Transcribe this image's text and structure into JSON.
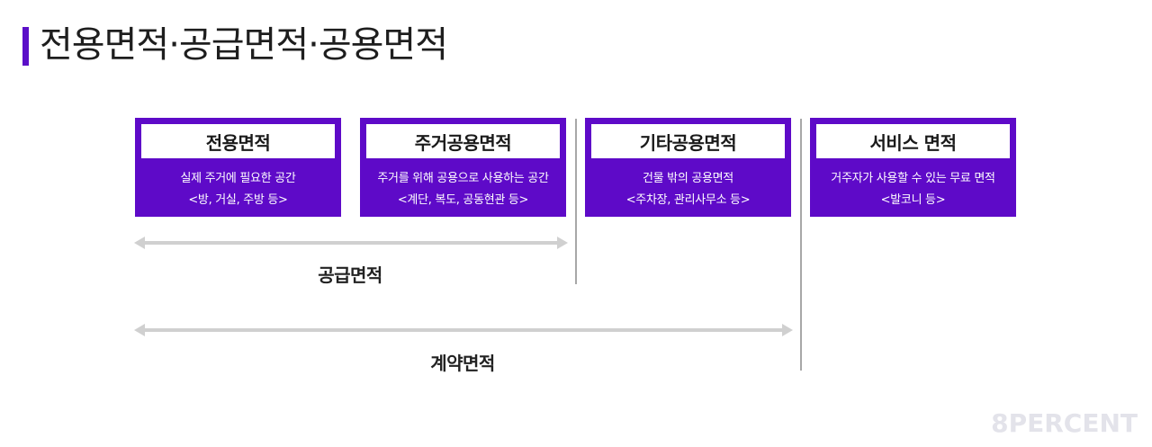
{
  "title": "전용면적·공급면적·공용면적",
  "colors": {
    "accent": "#5b0fc8",
    "box_fill": "#5e0ac8",
    "arrow": "#d0d0d0",
    "divider": "#a8a8a8",
    "brand": "#e3e3ea"
  },
  "boxes": [
    {
      "title": "전용면적",
      "line1": "실제 주거에 필요한 공간",
      "line2": "<방, 거실, 주방 등>"
    },
    {
      "title": "주거공용면적",
      "line1": "주거를 위해 공용으로 사용하는 공간",
      "line2": "<계단, 복도, 공동현관 등>"
    },
    {
      "title": "기타공용면적",
      "line1": "건물 밖의 공용면적",
      "line2": "<주차장, 관리사무소 등>"
    },
    {
      "title": "서비스 면적",
      "line1": "거주자가 사용할 수 있는 무료 면적",
      "line2": "<발코니 등>"
    }
  ],
  "ranges": {
    "supply": {
      "label": "공급면적",
      "spans": [
        "전용면적",
        "주거공용면적"
      ]
    },
    "contract": {
      "label": "계약면적",
      "spans": [
        "전용면적",
        "주거공용면적",
        "기타공용면적"
      ]
    }
  },
  "brand": "8PERCENT"
}
